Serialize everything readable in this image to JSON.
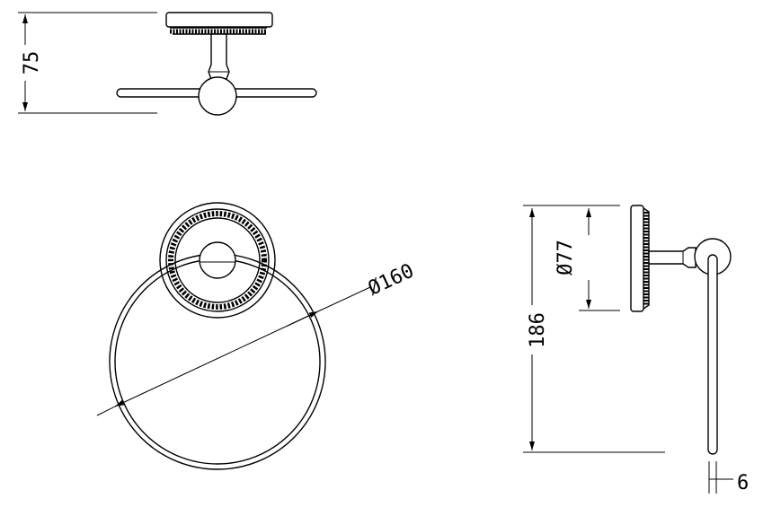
{
  "dimensions": {
    "height_top_view": "75",
    "ring_diameter": "Ø160",
    "total_height": "186",
    "base_diameter": "Ø77",
    "ring_thickness": "6"
  },
  "colors": {
    "line": "#000000",
    "background": "#ffffff"
  }
}
